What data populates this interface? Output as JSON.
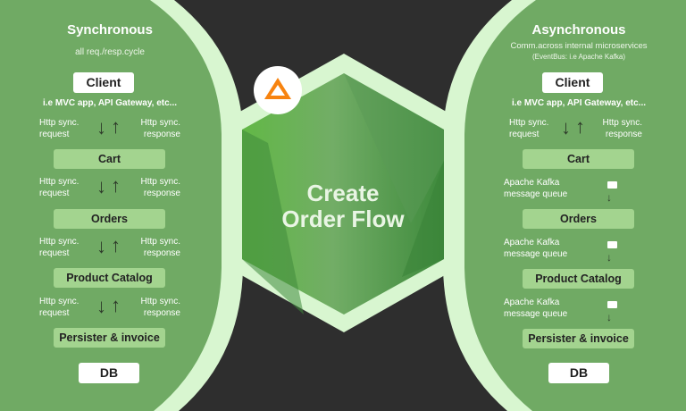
{
  "center": {
    "line1": "Create",
    "line2": "Order Flow"
  },
  "sync": {
    "title": "Synchronous",
    "subtitle": "all req./resp.cycle",
    "client": "Client",
    "client_note": "i.e MVC app, API Gateway, etc...",
    "services": [
      "Cart",
      "Orders",
      "Product Catalog",
      "Persister & invoice"
    ],
    "request_label": [
      "Http sync.",
      "request"
    ],
    "response_label": [
      "Http sync.",
      "response"
    ],
    "db": "DB"
  },
  "async": {
    "title": "Asynchronous",
    "subtitle": "Comm.across internal microservices",
    "subtitle2": "(EventBus: i.e Apache Kafka)",
    "client": "Client",
    "client_note": "i.e MVC app, API Gateway, etc...",
    "request_label": [
      "Http sync.",
      "request"
    ],
    "response_label": [
      "Http sync.",
      "response"
    ],
    "services": [
      "Cart",
      "Orders",
      "Product Catalog",
      "Persister & invoice"
    ],
    "queue_label": [
      "Apache Kafka",
      "message queue"
    ],
    "db": "DB"
  },
  "colors": {
    "panel": "#70aa64",
    "border": "#d8f6d0",
    "background": "#2e2e2e",
    "logo": "#f7830f"
  }
}
